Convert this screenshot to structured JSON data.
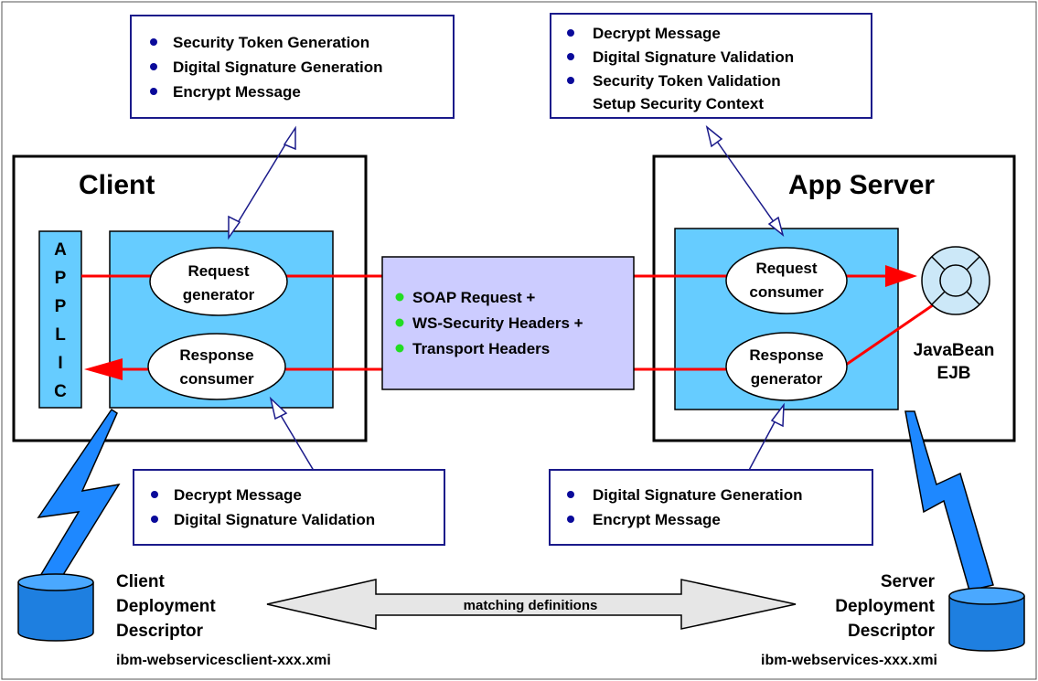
{
  "boxes": {
    "client_outgoing": [
      "Security Token Generation",
      "Digital Signature Generation",
      "Encrypt Message"
    ],
    "server_incoming": [
      "Decrypt Message",
      "Digital Signature Validation",
      "Security Token Validation",
      "Setup Security Context"
    ],
    "client_incoming": [
      "Decrypt Message",
      "Digital Signature Validation"
    ],
    "server_outgoing": [
      "Digital Signature Generation",
      "Encrypt Message"
    ]
  },
  "client": {
    "title": "Client",
    "applic_letters": [
      "A",
      "P",
      "P",
      "L",
      "I",
      "C"
    ],
    "request_generator": [
      "Request",
      "generator"
    ],
    "response_consumer": [
      "Response",
      "consumer"
    ]
  },
  "server": {
    "title": "App Server",
    "request_consumer": [
      "Request",
      "consumer"
    ],
    "response_generator": [
      "Response",
      "generator"
    ],
    "bean_label": [
      "JavaBean",
      "EJB"
    ]
  },
  "message": {
    "lines": [
      "SOAP Request +",
      "WS-Security Headers +",
      "Transport Headers"
    ]
  },
  "deployment": {
    "client_label": [
      "Client",
      "Deployment",
      "Descriptor"
    ],
    "client_file": "ibm-webservicesclient-xxx.xmi",
    "server_label": [
      "Server",
      "Deployment",
      "Descriptor"
    ],
    "server_file": "ibm-webservices-xxx.xmi",
    "matching": "matching definitions"
  },
  "colors": {
    "bullet": "#0a0a9a",
    "box_border": "#1a1a8a",
    "light_blue": "#66ccff",
    "message_fill": "#ccccff",
    "arrow_red": "#ff0000",
    "green_dot": "#22dd22",
    "gray_arrow": "#e6e6e6"
  }
}
